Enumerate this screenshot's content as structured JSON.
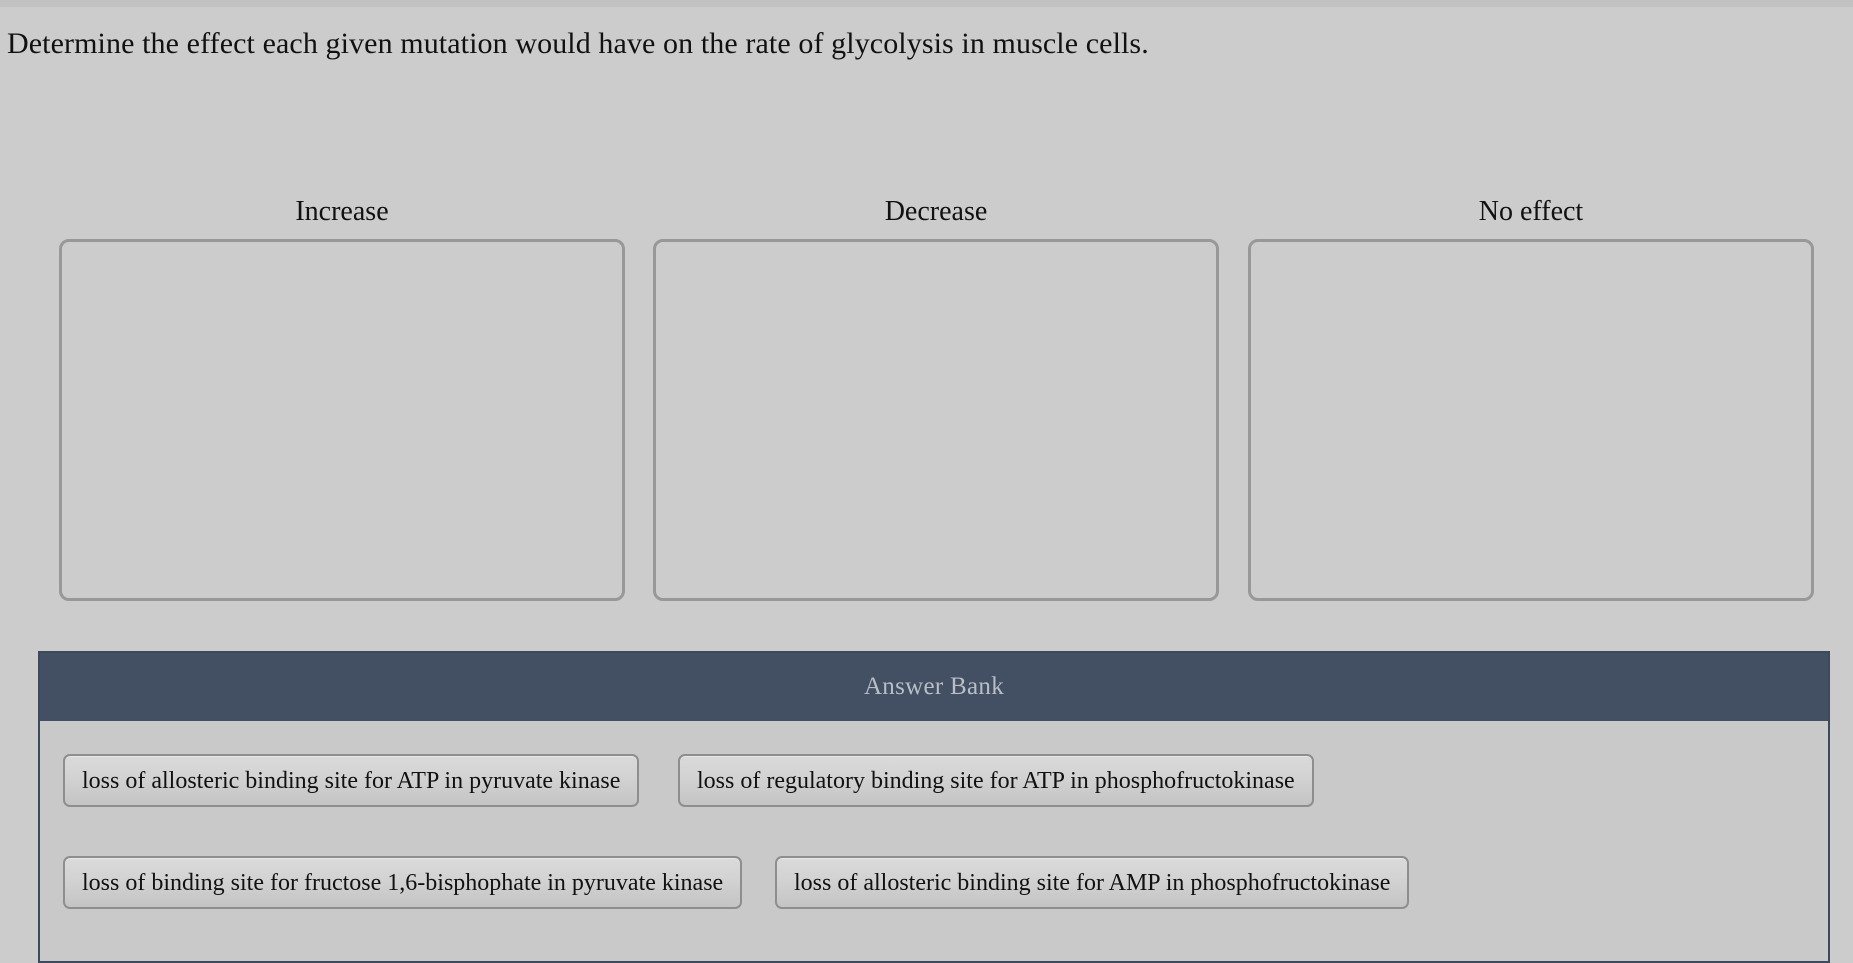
{
  "prompt": "Determine the effect each given mutation would have on the rate of glycolysis in muscle cells.",
  "categories": [
    {
      "label": "Increase",
      "dropzone_placeholder": ""
    },
    {
      "label": "Decrease",
      "dropzone_placeholder": ""
    },
    {
      "label": "No effect",
      "dropzone_placeholder": ""
    }
  ],
  "answer_bank": {
    "title": "Answer Bank",
    "tiles": [
      "loss of allosteric binding site for ATP in pyruvate kinase",
      "loss of regulatory binding site for ATP in phosphofructokinase",
      "loss of binding site for fructose 1,6-bisphophate in pyruvate kinase",
      "loss of allosteric binding site for AMP in phosphofructokinase"
    ]
  },
  "colors": {
    "page_background": "#cccccc",
    "top_strip": "#c2c2c2",
    "dropzone_border": "#989898",
    "answer_bank_header": "#434f62",
    "answer_bank_title_text": "#b9bec6",
    "answer_bank_border": "#3d4a5c",
    "tile_border": "#8e8e8e",
    "text": "#111111"
  }
}
